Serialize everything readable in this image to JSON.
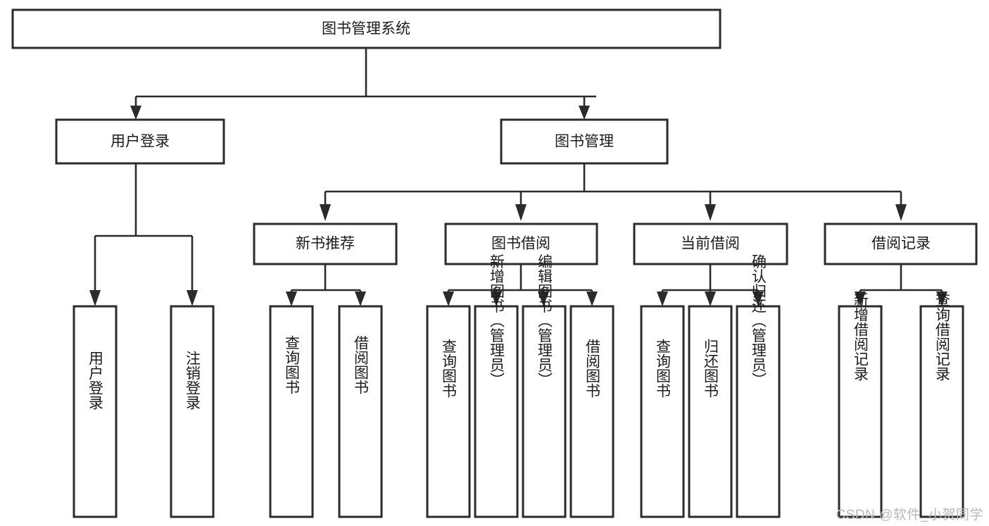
{
  "diagram": {
    "type": "tree-hierarchy",
    "title": "图书管理系统",
    "watermark": "CSDN @软件_小贺同学",
    "colors": {
      "box_stroke": "#2b2b2b",
      "box_fill": "#ffffff",
      "text": "#1b1b1b",
      "connector": "#2b2b2b",
      "background": "#ffffff",
      "watermark": "#b8b8b8"
    },
    "nodes": {
      "root": {
        "label": "图书管理系统",
        "orientation": "horizontal"
      },
      "level1": [
        {
          "label": "用户登录",
          "orientation": "horizontal"
        },
        {
          "label": "图书管理",
          "orientation": "horizontal"
        }
      ],
      "level2": [
        {
          "label": "新书推荐",
          "orientation": "horizontal"
        },
        {
          "label": "图书借阅",
          "orientation": "horizontal"
        },
        {
          "label": "当前借阅",
          "orientation": "horizontal"
        },
        {
          "label": "借阅记录",
          "orientation": "horizontal"
        }
      ],
      "leaves": {
        "user_login": [
          {
            "label": "用户登录",
            "orientation": "vertical"
          },
          {
            "label": "注销登录",
            "orientation": "vertical"
          }
        ],
        "new_book_recommend": [
          {
            "label": "查询图书",
            "orientation": "vertical"
          },
          {
            "label": "借阅图书",
            "orientation": "vertical"
          }
        ],
        "book_borrow": [
          {
            "label": "查询图书",
            "orientation": "vertical"
          },
          {
            "label": "新增图书（管理员）",
            "orientation": "vertical"
          },
          {
            "label": "编辑图书（管理员）",
            "orientation": "vertical"
          },
          {
            "label": "借阅图书",
            "orientation": "vertical"
          }
        ],
        "current_borrow": [
          {
            "label": "查询图书",
            "orientation": "vertical"
          },
          {
            "label": "归还图书",
            "orientation": "vertical"
          },
          {
            "label": "确认归还（管理员）",
            "orientation": "vertical"
          }
        ],
        "borrow_record": [
          {
            "label": "新增借阅记录",
            "orientation": "vertical"
          },
          {
            "label": "查询借阅记录",
            "orientation": "vertical"
          }
        ]
      }
    }
  }
}
